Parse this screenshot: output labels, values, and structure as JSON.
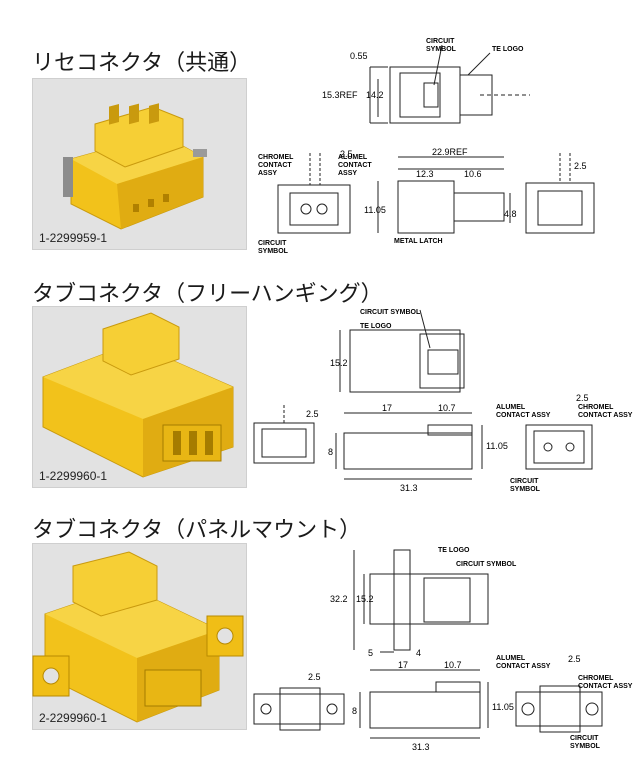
{
  "sections": [
    {
      "title": "リセコネクタ（共通）",
      "part_number": "1-2299959-1",
      "labels": {
        "circuit_symbol": "CIRCUIT\nSYMBOL",
        "te_logo": "TE LOGO",
        "chromel_contact_assy": "CHROMEL\nCONTACT\nASSY",
        "alumel_contact_assy": "ALUMEL\nCONTACT\nASSY",
        "circuit_symbol_bottom": "CIRCUIT\nSYMBOL",
        "metal_latch": "METAL LATCH"
      },
      "dims": {
        "d055": "0.55",
        "d153": "15.3REF",
        "d142": "14.2",
        "d25": "2.5",
        "d229": "22.9REF",
        "d123": "12.3",
        "d106": "10.6",
        "d1105": "11.05",
        "d48": "4.8",
        "d25b": "2.5"
      }
    },
    {
      "title": "タブコネクタ（フリーハンギング）",
      "part_number": "1-2299960-1",
      "labels": {
        "circuit_symbol": "CIRCUIT SYMBOL",
        "te_logo": "TE LOGO",
        "alumel_contact_assy": "ALUMEL\nCONTACT ASSY",
        "chromel_contact_assy": "CHROMEL\nCONTACT ASSY",
        "circuit_symbol_bottom": "CIRCUIT\nSYMBOL"
      },
      "dims": {
        "d152": "15.2",
        "d25": "2.5",
        "d17": "17",
        "d107": "10.7",
        "d8": "8",
        "d1105": "11.05",
        "d313": "31.3",
        "d25b": "2.5"
      }
    },
    {
      "title": "タブコネクタ（パネルマウント）",
      "part_number": "2-2299960-1",
      "labels": {
        "te_logo": "TE LOGO",
        "circuit_symbol": "CIRCUIT SYMBOL",
        "alumel_contact_assy": "ALUMEL\nCONTACT ASSY",
        "chromel_contact_assy": "CHROMEL\nCONTACT ASSY",
        "circuit_symbol_bottom": "CIRCUIT\nSYMBOL"
      },
      "dims": {
        "d322": "32.2",
        "d152": "15.2",
        "d5": "5",
        "d4": "4",
        "d25": "2.5",
        "d17": "17",
        "d107": "10.7",
        "d8": "8",
        "d1105": "11.05",
        "d313": "31.3",
        "d25b": "2.5"
      }
    }
  ],
  "colors": {
    "connector_yellow": "#f2c21b",
    "connector_shadow": "#c99a0e",
    "photo_bg": "#e2e2e2",
    "line": "#222222"
  }
}
